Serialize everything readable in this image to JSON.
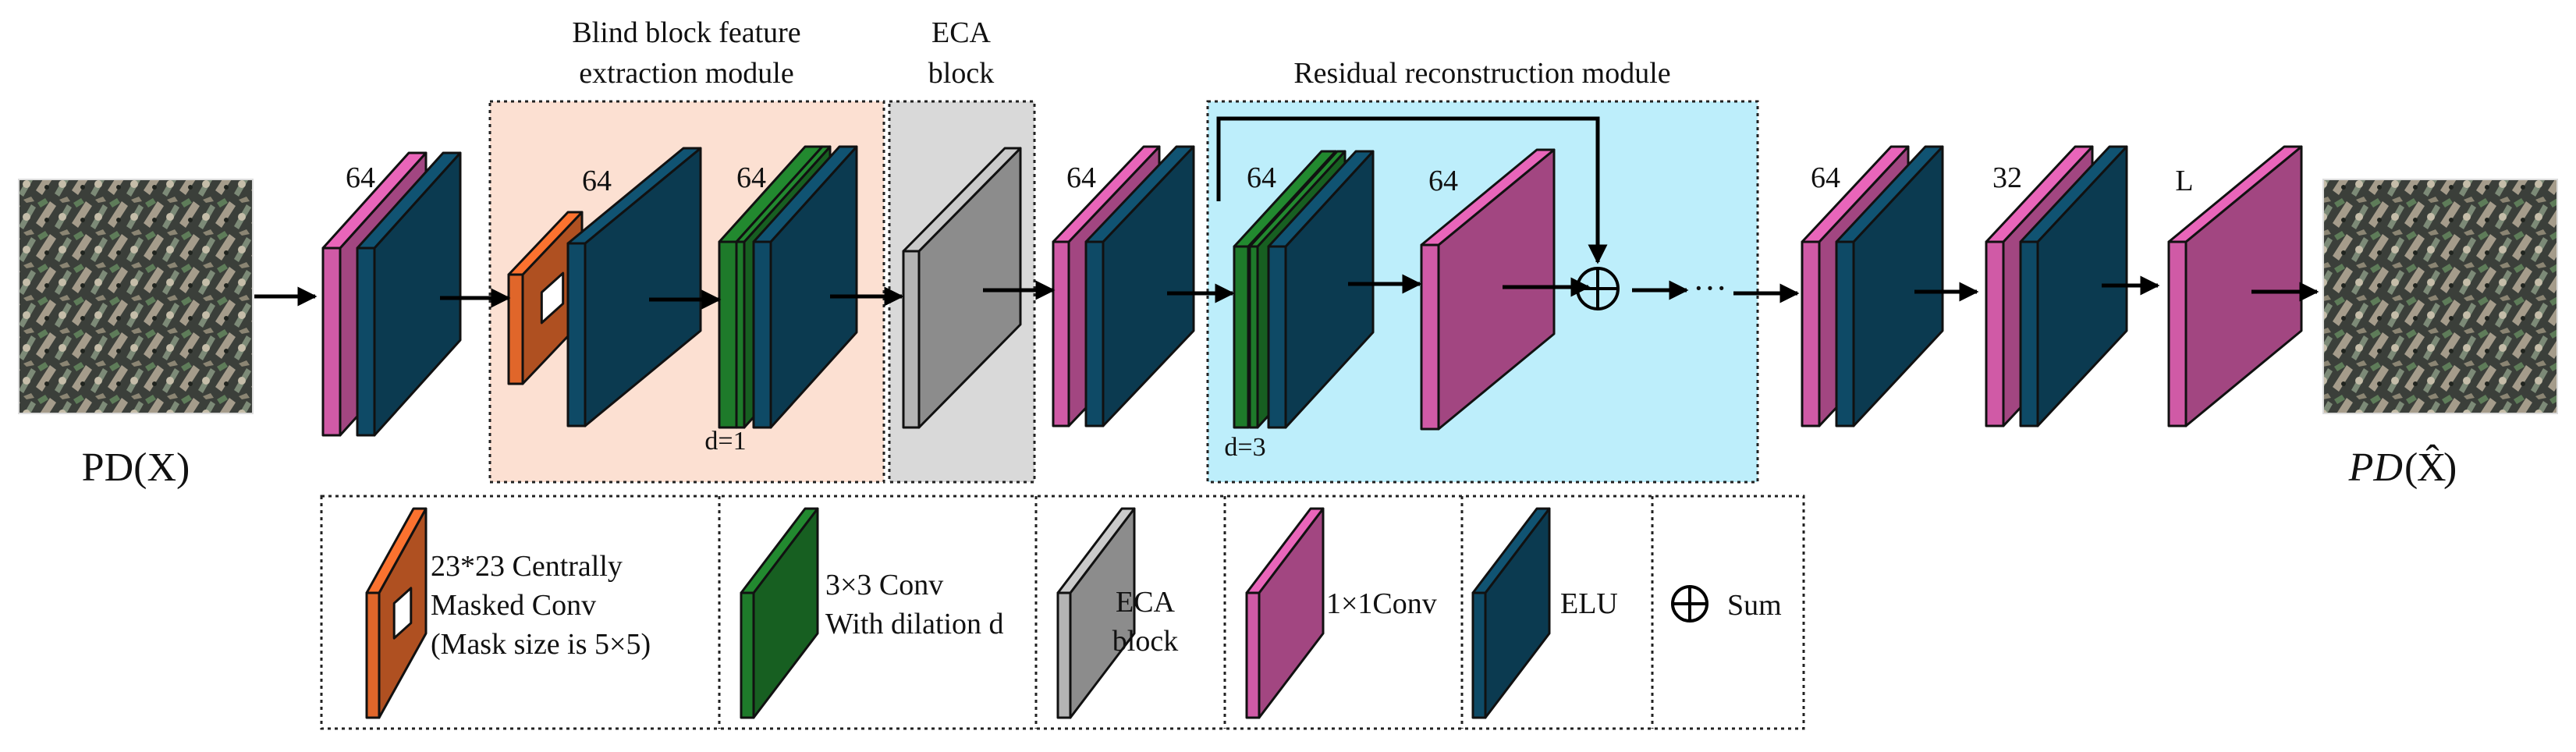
{
  "modules": {
    "blind": {
      "title_line1": "Blind block feature",
      "title_line2": "extraction module",
      "dilation_label": "d=1"
    },
    "eca": {
      "title_line1": "ECA",
      "title_line2": "block"
    },
    "residual": {
      "title": "Residual reconstruction module",
      "dilation_label": "d=3"
    }
  },
  "io": {
    "input_label": "PD(X)",
    "output_label_pre": "PD",
    "output_label_hat": "X̂"
  },
  "channels": {
    "c1": "64",
    "c2": "64",
    "c3": "64",
    "c4": "64",
    "c5": "64",
    "c6": "64",
    "c7": "64",
    "c8": "32",
    "c9": "L"
  },
  "ellipsis": "···",
  "legend": {
    "masked_conv": {
      "line1": "23*23 Centrally",
      "line2": "Masked Conv",
      "line3": "(Mask size is 5×5)"
    },
    "dilated_conv": {
      "line1": "3×3 Conv",
      "line2": "With dilation d"
    },
    "eca": {
      "line1": "ECA",
      "line2": "block"
    },
    "conv1x1": {
      "label": "1×1Conv"
    },
    "elu": {
      "label": "ELU"
    },
    "sum": {
      "label": "Sum"
    }
  },
  "colors": {
    "conv1x1": "#d05aa6",
    "elu": "#0e4a66",
    "dilated_conv": "#1e7a2a",
    "masked_conv": "#e0662a",
    "eca": "#b4b4b4",
    "blind_bg": "#fce0d2",
    "eca_bg": "#d9d9d9",
    "residual_bg": "#bdeefb"
  },
  "icons": {
    "sum": "circle-plus-icon",
    "input_image": "texture-image-icon",
    "output_image": "texture-image-icon"
  }
}
